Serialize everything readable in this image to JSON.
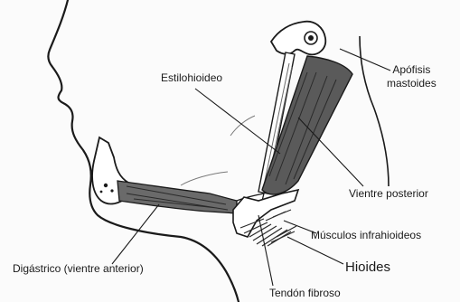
{
  "labels": {
    "estilohioideo": "Estilohioideo",
    "apofisis_line1": "Apófisis",
    "apofisis_line2": "mastoides",
    "vientre_posterior": "Vientre posterior",
    "musculos_infrahioideos": "Músculos infrahioideos",
    "hioides": "Hioides",
    "digastrico": "Digástrico (vientre anterior)",
    "tendon": "Tendón fibroso"
  },
  "colors": {
    "ink": "#1a1a1a",
    "muscle_fill": "#5a5a5a",
    "paper": "#fbfbfb"
  }
}
